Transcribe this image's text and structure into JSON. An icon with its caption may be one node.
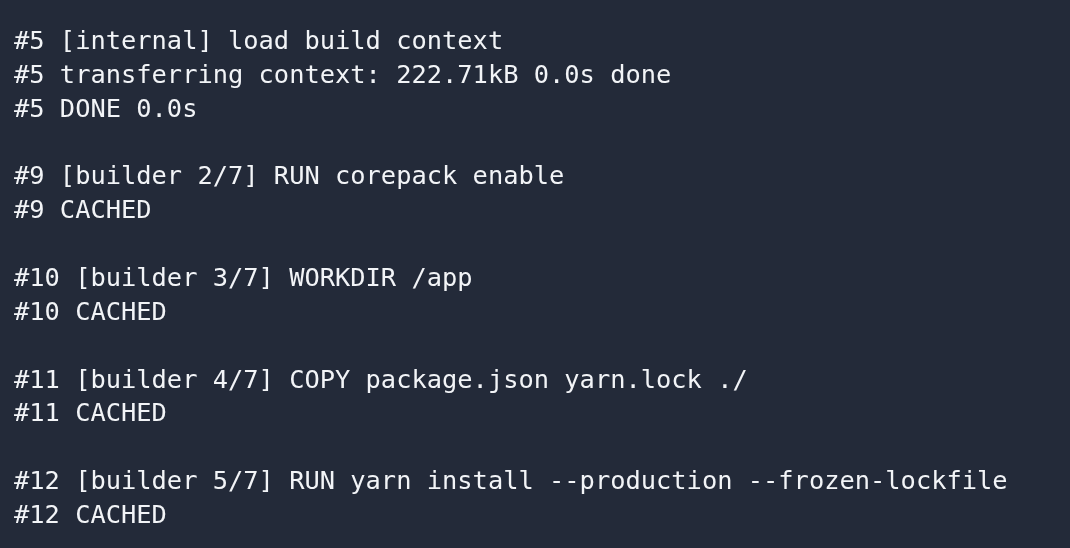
{
  "diagram": {
    "labels": [
      "#5 [internal] load build context",
      "#5 transferring context: 222.71kB 0.0s done",
      "#5 DONE 0.0s",
      "#9 [builder 2/7] RUN corepack enable",
      "#9 CACHED",
      "#10 [builder 3/7] WORKDIR /app",
      "#10 CACHED",
      "#11 [builder 4/7] COPY package.json yarn.lock ./",
      "#11 CACHED",
      "#12 [builder 5/7] RUN yarn install --production --frozen-lockfile",
      "#12 CACHED"
    ]
  }
}
